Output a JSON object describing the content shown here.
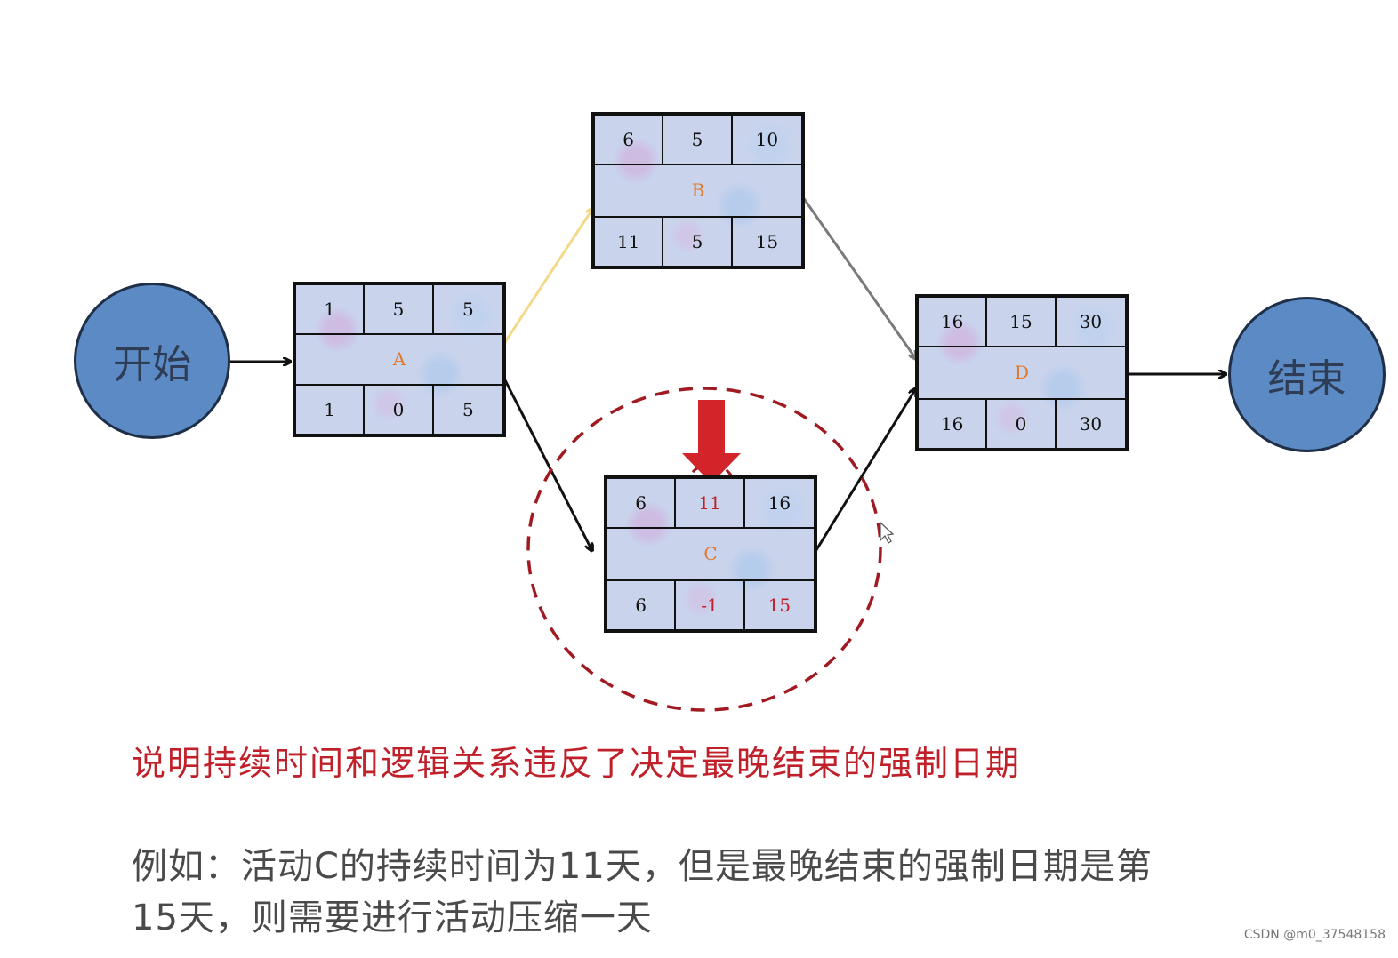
{
  "start_label": "开始",
  "end_label": "结束",
  "nodes": {
    "A": {
      "name": "A",
      "top": [
        "1",
        "5",
        "5"
      ],
      "bottom": [
        "1",
        "0",
        "5"
      ]
    },
    "B": {
      "name": "B",
      "top": [
        "6",
        "5",
        "10"
      ],
      "bottom": [
        "11",
        "5",
        "15"
      ]
    },
    "C": {
      "name": "C",
      "top": [
        "6",
        "11",
        "16"
      ],
      "bottom": [
        "6",
        "-1",
        "15"
      ]
    },
    "D": {
      "name": "D",
      "top": [
        "16",
        "15",
        "30"
      ],
      "bottom": [
        "16",
        "0",
        "30"
      ]
    }
  },
  "note": "说明持续时间和逻辑关系违反了决定最晚结束的强制日期",
  "example_line1": "例如：活动C的持续时间为11天，但是最晚结束的强制日期是第",
  "example_line2": "15天，则需要进行活动压缩一天",
  "watermark": "CSDN @m0_37548158",
  "colors": {
    "start_end_fill": "#5b8ac4",
    "node_name": "#e07a2c",
    "highlight_red": "#c0202a",
    "edge_a_b": "#f3d98a",
    "edge_b_d": "#7a7a7a",
    "edge_default": "#111111"
  }
}
